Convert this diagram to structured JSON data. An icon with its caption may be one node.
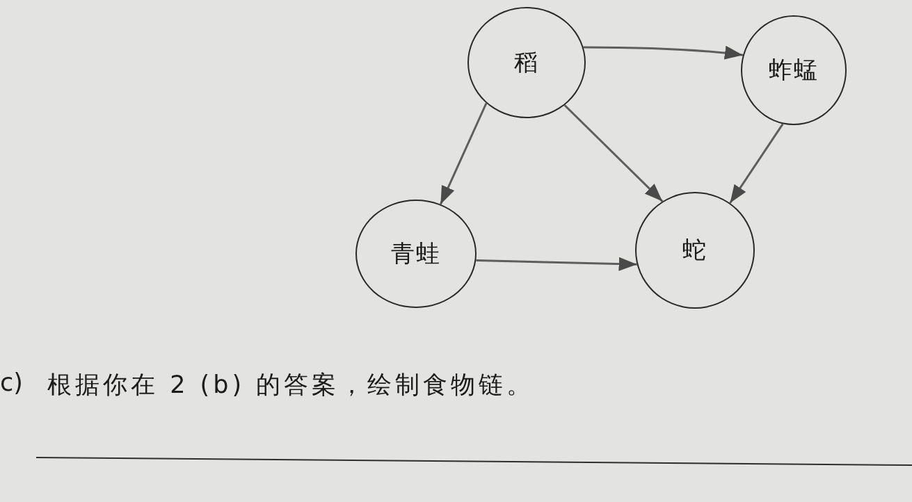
{
  "diagram": {
    "nodes": [
      {
        "text": [
          "稻"
        ]
      },
      {
        "text": [
          "蚱蜢"
        ]
      },
      {
        "text": [
          "青蛙"
        ]
      },
      {
        "text": [
          "蛇"
        ]
      }
    ],
    "edges": [
      {
        "from": 0,
        "to": 1,
        "arrow": "to"
      },
      {
        "from": 0,
        "to": 2,
        "arrow": "to"
      },
      {
        "from": 0,
        "to": 3,
        "arrow": "to"
      },
      {
        "from": 1,
        "to": 3,
        "arrow": "to"
      },
      {
        "from": 2,
        "to": 3,
        "arrow": "to"
      }
    ],
    "labels": [
      "c)",
      "根据你在 2 (b) 的答案，绘制食物链。"
    ]
  }
}
